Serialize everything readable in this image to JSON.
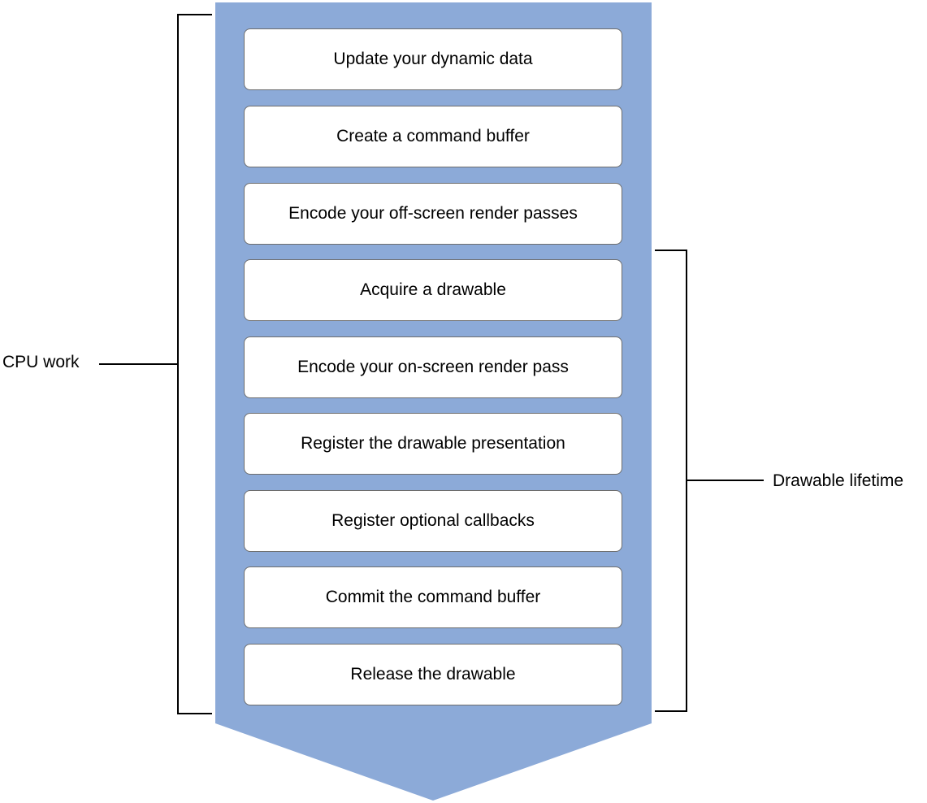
{
  "diagram": {
    "steps": [
      "Update your dynamic data",
      "Create a command buffer",
      "Encode your off-screen render passes",
      "Acquire a drawable",
      "Encode your on-screen render pass",
      "Register the drawable presentation",
      "Register optional callbacks",
      "Commit the command buffer",
      "Release the drawable"
    ],
    "brackets": {
      "cpu_work": "CPU work",
      "drawable_lifetime": "Drawable lifetime"
    },
    "colors": {
      "arrow_fill": "#8caad8",
      "box_border": "#6d6d6d",
      "bracket_line": "#000000"
    }
  }
}
